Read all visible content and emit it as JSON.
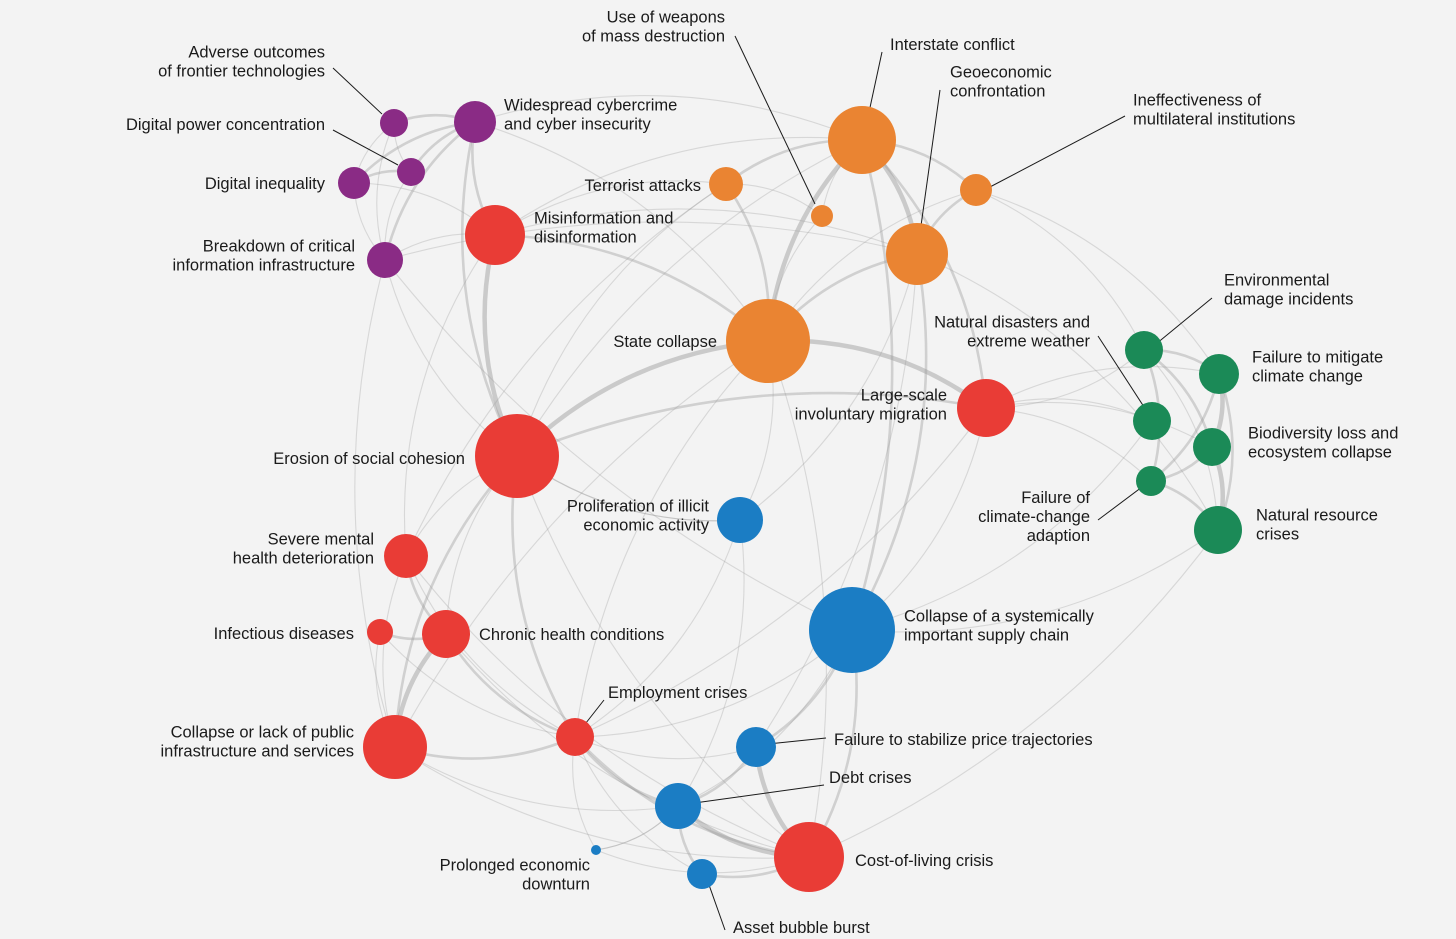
{
  "colors": {
    "technological": "#8a2b85",
    "geopolitical": "#ea8432",
    "societal": "#e93c36",
    "economic": "#1b7dc4",
    "environmental": "#1b8a57",
    "edge": "#9a9a9a"
  },
  "nodes": [
    {
      "id": "adverse",
      "label": [
        "Adverse outcomes",
        "of frontier technologies"
      ],
      "cat": "technological"
    },
    {
      "id": "digpower",
      "label": [
        "Digital power concentration"
      ],
      "cat": "technological"
    },
    {
      "id": "diginequality",
      "label": [
        "Digital inequality"
      ],
      "cat": "technological"
    },
    {
      "id": "cybercrime",
      "label": [
        "Widespread cybercrime",
        "and cyber insecurity"
      ],
      "cat": "technological"
    },
    {
      "id": "breakdown",
      "label": [
        "Breakdown of critical",
        "information infrastructure"
      ],
      "cat": "technological"
    },
    {
      "id": "misinfo",
      "label": [
        "Misinformation and",
        "disinformation"
      ],
      "cat": "societal"
    },
    {
      "id": "wmd",
      "label": [
        "Use of weapons",
        "of mass destruction"
      ],
      "cat": "geopolitical"
    },
    {
      "id": "terror",
      "label": [
        "Terrorist attacks"
      ],
      "cat": "geopolitical"
    },
    {
      "id": "interstate",
      "label": [
        "Interstate conflict"
      ],
      "cat": "geopolitical"
    },
    {
      "id": "geoeco",
      "label": [
        "Geoeconomic",
        "confrontation"
      ],
      "cat": "geopolitical"
    },
    {
      "id": "multilat",
      "label": [
        "Ineffectiveness of",
        "multilateral institutions"
      ],
      "cat": "geopolitical"
    },
    {
      "id": "state",
      "label": [
        "State collapse"
      ],
      "cat": "geopolitical"
    },
    {
      "id": "migration",
      "label": [
        "Large-scale",
        "involuntary migration"
      ],
      "cat": "societal"
    },
    {
      "id": "natdis",
      "label": [
        "Natural disasters and",
        "extreme weather"
      ],
      "cat": "environmental"
    },
    {
      "id": "envdamage",
      "label": [
        "Environmental",
        "damage incidents"
      ],
      "cat": "environmental"
    },
    {
      "id": "mitigate",
      "label": [
        "Failure to mitigate",
        "climate change"
      ],
      "cat": "environmental"
    },
    {
      "id": "biodiv",
      "label": [
        "Biodiversity loss and",
        "ecosystem collapse"
      ],
      "cat": "environmental"
    },
    {
      "id": "adapt",
      "label": [
        "Failure of",
        "climate-change",
        "adaption"
      ],
      "cat": "environmental"
    },
    {
      "id": "natres",
      "label": [
        "Natural resource",
        "crises"
      ],
      "cat": "environmental"
    },
    {
      "id": "cohesion",
      "label": [
        "Erosion of social cohesion"
      ],
      "cat": "societal"
    },
    {
      "id": "illicit",
      "label": [
        "Proliferation of illicit",
        "economic activity"
      ],
      "cat": "economic"
    },
    {
      "id": "mental",
      "label": [
        "Severe mental",
        "health deterioration"
      ],
      "cat": "societal"
    },
    {
      "id": "infectious",
      "label": [
        "Infectious diseases"
      ],
      "cat": "societal"
    },
    {
      "id": "chronic",
      "label": [
        "Chronic health conditions"
      ],
      "cat": "societal"
    },
    {
      "id": "supply",
      "label": [
        "Collapse of a systemically",
        "important supply chain"
      ],
      "cat": "economic"
    },
    {
      "id": "employment",
      "label": [
        "Employment crises"
      ],
      "cat": "societal"
    },
    {
      "id": "infra",
      "label": [
        "Collapse or lack of public",
        "infrastructure and services"
      ],
      "cat": "societal"
    },
    {
      "id": "price",
      "label": [
        "Failure to stabilize price trajectories"
      ],
      "cat": "economic"
    },
    {
      "id": "debt",
      "label": [
        "Debt crises"
      ],
      "cat": "economic"
    },
    {
      "id": "costliving",
      "label": [
        "Cost-of-living crisis"
      ],
      "cat": "societal"
    },
    {
      "id": "downturn",
      "label": [
        "Prolonged economic",
        "downturn"
      ],
      "cat": "economic"
    },
    {
      "id": "bubble",
      "label": [
        "Asset bubble burst"
      ],
      "cat": "economic"
    }
  ],
  "edges": [
    [
      "adverse",
      "cybercrime",
      2
    ],
    [
      "adverse",
      "digpower",
      1
    ],
    [
      "adverse",
      "diginequality",
      1
    ],
    [
      "adverse",
      "breakdown",
      1
    ],
    [
      "digpower",
      "diginequality",
      2
    ],
    [
      "digpower",
      "cybercrime",
      2
    ],
    [
      "digpower",
      "breakdown",
      1
    ],
    [
      "diginequality",
      "cybercrime",
      2
    ],
    [
      "diginequality",
      "breakdown",
      1
    ],
    [
      "diginequality",
      "misinfo",
      1
    ],
    [
      "cybercrime",
      "breakdown",
      2
    ],
    [
      "cybercrime",
      "misinfo",
      2
    ],
    [
      "cybercrime",
      "cohesion",
      2
    ],
    [
      "cybercrime",
      "interstate",
      1
    ],
    [
      "cybercrime",
      "state",
      1
    ],
    [
      "breakdown",
      "misinfo",
      1
    ],
    [
      "breakdown",
      "supply",
      1
    ],
    [
      "breakdown",
      "infra",
      1
    ],
    [
      "breakdown",
      "cohesion",
      1
    ],
    [
      "breakdown",
      "geoeco",
      1
    ],
    [
      "misinfo",
      "cohesion",
      3
    ],
    [
      "misinfo",
      "terror",
      1
    ],
    [
      "misinfo",
      "state",
      2
    ],
    [
      "misinfo",
      "mental",
      1
    ],
    [
      "misinfo",
      "interstate",
      1
    ],
    [
      "misinfo",
      "geoeco",
      1
    ],
    [
      "wmd",
      "interstate",
      1
    ],
    [
      "wmd",
      "state",
      1
    ],
    [
      "wmd",
      "terror",
      1
    ],
    [
      "terror",
      "interstate",
      2
    ],
    [
      "terror",
      "state",
      2
    ],
    [
      "terror",
      "cohesion",
      1
    ],
    [
      "terror",
      "mental",
      1
    ],
    [
      "interstate",
      "geoeco",
      3
    ],
    [
      "interstate",
      "state",
      3
    ],
    [
      "interstate",
      "multilat",
      2
    ],
    [
      "interstate",
      "migration",
      2
    ],
    [
      "interstate",
      "supply",
      2
    ],
    [
      "interstate",
      "cohesion",
      1
    ],
    [
      "geoeco",
      "multilat",
      2
    ],
    [
      "geoeco",
      "state",
      2
    ],
    [
      "geoeco",
      "supply",
      2
    ],
    [
      "geoeco",
      "price",
      1
    ],
    [
      "geoeco",
      "illicit",
      1
    ],
    [
      "geoeco",
      "natres",
      1
    ],
    [
      "multilat",
      "state",
      1
    ],
    [
      "multilat",
      "envdamage",
      1
    ],
    [
      "multilat",
      "mitigate",
      1
    ],
    [
      "state",
      "cohesion",
      3
    ],
    [
      "state",
      "migration",
      3
    ],
    [
      "state",
      "illicit",
      1
    ],
    [
      "state",
      "employment",
      1
    ],
    [
      "state",
      "costliving",
      1
    ],
    [
      "state",
      "infra",
      1
    ],
    [
      "migration",
      "cohesion",
      2
    ],
    [
      "migration",
      "envdamage",
      1
    ],
    [
      "migration",
      "mitigate",
      1
    ],
    [
      "migration",
      "biodiv",
      1
    ],
    [
      "migration",
      "adapt",
      1
    ],
    [
      "migration",
      "supply",
      1
    ],
    [
      "migration",
      "employment",
      1
    ],
    [
      "natdis",
      "migration",
      1
    ],
    [
      "natdis",
      "supply",
      1
    ],
    [
      "envdamage",
      "mitigate",
      2
    ],
    [
      "envdamage",
      "biodiv",
      2
    ],
    [
      "envdamage",
      "adapt",
      2
    ],
    [
      "envdamage",
      "natres",
      1
    ],
    [
      "mitigate",
      "biodiv",
      3
    ],
    [
      "mitigate",
      "adapt",
      2
    ],
    [
      "mitigate",
      "natres",
      2
    ],
    [
      "biodiv",
      "adapt",
      2
    ],
    [
      "biodiv",
      "natres",
      3
    ],
    [
      "adapt",
      "natres",
      2
    ],
    [
      "natres",
      "supply",
      1
    ],
    [
      "natres",
      "costliving",
      1
    ],
    [
      "cohesion",
      "mental",
      1
    ],
    [
      "cohesion",
      "chronic",
      1
    ],
    [
      "cohesion",
      "employment",
      2
    ],
    [
      "cohesion",
      "infra",
      2
    ],
    [
      "cohesion",
      "costliving",
      1
    ],
    [
      "cohesion",
      "illicit",
      1
    ],
    [
      "illicit",
      "cohesion",
      1
    ],
    [
      "illicit",
      "employment",
      1
    ],
    [
      "illicit",
      "debt",
      1
    ],
    [
      "mental",
      "chronic",
      2
    ],
    [
      "mental",
      "infra",
      1
    ],
    [
      "mental",
      "employment",
      1
    ],
    [
      "mental",
      "costliving",
      1
    ],
    [
      "infectious",
      "chronic",
      2
    ],
    [
      "infectious",
      "infra",
      1
    ],
    [
      "infectious",
      "employment",
      1
    ],
    [
      "chronic",
      "infra",
      3
    ],
    [
      "chronic",
      "employment",
      2
    ],
    [
      "chronic",
      "costliving",
      1
    ],
    [
      "supply",
      "costliving",
      2
    ],
    [
      "supply",
      "price",
      2
    ],
    [
      "supply",
      "employment",
      1
    ],
    [
      "supply",
      "debt",
      1
    ],
    [
      "employment",
      "infra",
      2
    ],
    [
      "employment",
      "costliving",
      2
    ],
    [
      "employment",
      "debt",
      2
    ],
    [
      "employment",
      "downturn",
      1
    ],
    [
      "employment",
      "bubble",
      1
    ],
    [
      "infra",
      "debt",
      1
    ],
    [
      "infra",
      "costliving",
      1
    ],
    [
      "price",
      "costliving",
      3
    ],
    [
      "price",
      "debt",
      2
    ],
    [
      "price",
      "employment",
      1
    ],
    [
      "debt",
      "costliving",
      3
    ],
    [
      "debt",
      "bubble",
      2
    ],
    [
      "debt",
      "downturn",
      1
    ],
    [
      "bubble",
      "costliving",
      2
    ],
    [
      "downturn",
      "costliving",
      1
    ],
    [
      "downturn",
      "debt",
      1
    ]
  ]
}
